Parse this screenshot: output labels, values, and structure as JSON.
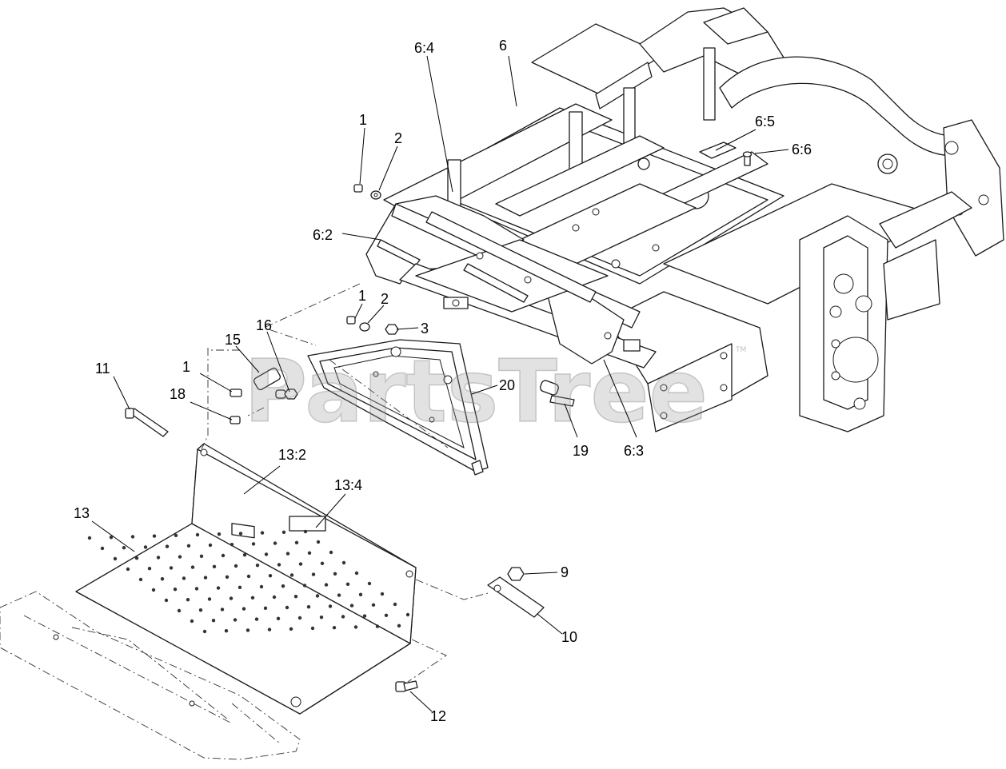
{
  "watermark": {
    "text": "PartsTree",
    "trademark": "TM"
  },
  "callouts": [
    {
      "id": "c-6-4",
      "text": "6:4"
    },
    {
      "id": "c-6",
      "text": "6"
    },
    {
      "id": "c-1a",
      "text": "1"
    },
    {
      "id": "c-2a",
      "text": "2"
    },
    {
      "id": "c-6-5",
      "text": "6:5"
    },
    {
      "id": "c-6-6",
      "text": "6:6"
    },
    {
      "id": "c-6-2",
      "text": "6:2"
    },
    {
      "id": "c-1b",
      "text": "1"
    },
    {
      "id": "c-2b",
      "text": "2"
    },
    {
      "id": "c-3",
      "text": "3"
    },
    {
      "id": "c-16",
      "text": "16"
    },
    {
      "id": "c-15",
      "text": "15"
    },
    {
      "id": "c-11",
      "text": "11"
    },
    {
      "id": "c-1c",
      "text": "1"
    },
    {
      "id": "c-18",
      "text": "18"
    },
    {
      "id": "c-20",
      "text": "20"
    },
    {
      "id": "c-19",
      "text": "19"
    },
    {
      "id": "c-6-3",
      "text": "6:3"
    },
    {
      "id": "c-13-2",
      "text": "13:2"
    },
    {
      "id": "c-13-4",
      "text": "13:4"
    },
    {
      "id": "c-13",
      "text": "13"
    },
    {
      "id": "c-9",
      "text": "9"
    },
    {
      "id": "c-10",
      "text": "10"
    },
    {
      "id": "c-12",
      "text": "12"
    }
  ]
}
